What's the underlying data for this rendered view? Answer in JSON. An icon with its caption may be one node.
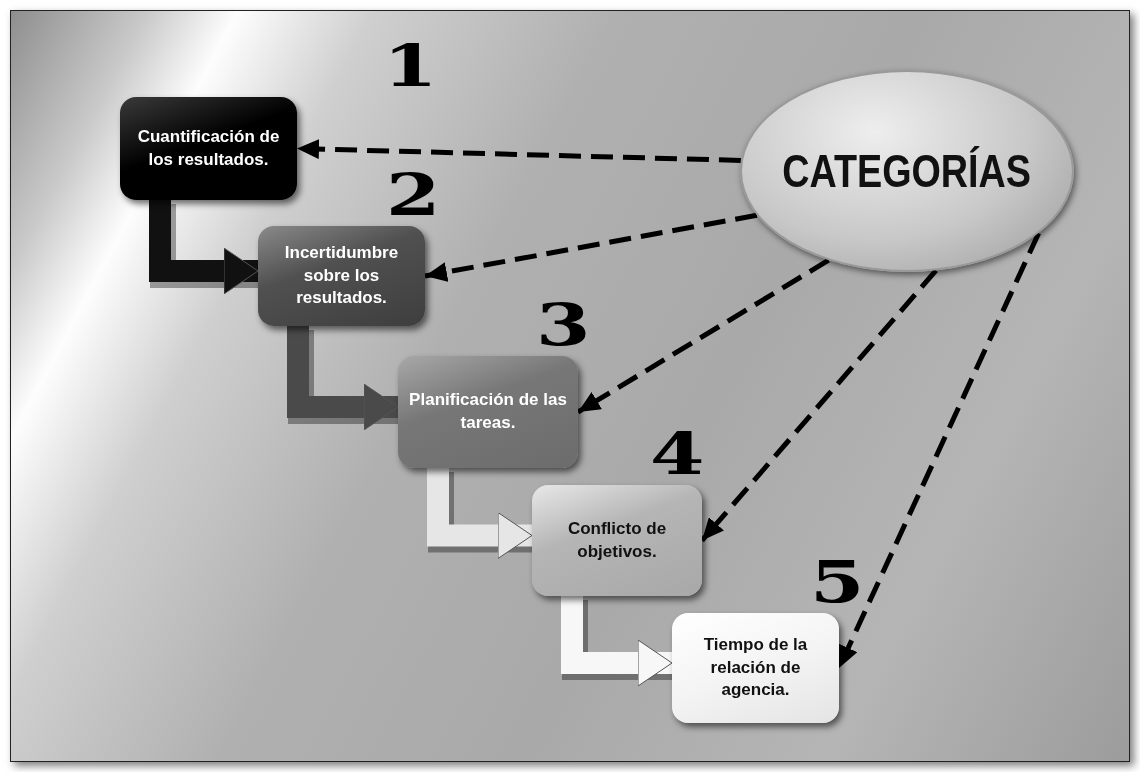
{
  "diagram": {
    "nodes": [
      {
        "text": [
          "Cuantificación de los resultados."
        ],
        "beside": [
          "1"
        ]
      },
      {
        "text": [
          "Incertidumbre sobre los resultados."
        ],
        "beside": [
          "2"
        ]
      },
      {
        "text": [
          "Planificación de las tareas."
        ],
        "beside": [
          "3"
        ]
      },
      {
        "text": [
          "Conflicto de objetivos."
        ],
        "beside": [
          "4"
        ]
      },
      {
        "text": [
          "Tiempo de la relación de agencia."
        ],
        "beside": [
          "5"
        ]
      },
      {
        "text": [
          "CATEGORÍAS"
        ]
      }
    ],
    "edges": [
      {
        "from": 5,
        "to": 0,
        "arrow": "to",
        "style": "dashed"
      },
      {
        "from": 5,
        "to": 1,
        "arrow": "to",
        "style": "dashed"
      },
      {
        "from": 5,
        "to": 2,
        "arrow": "to",
        "style": "dashed"
      },
      {
        "from": 5,
        "to": 3,
        "arrow": "to",
        "style": "dashed"
      },
      {
        "from": 5,
        "to": 4,
        "arrow": "to",
        "style": "dashed"
      },
      {
        "from": 0,
        "to": 1,
        "arrow": "to",
        "style": "thick",
        "color": "#111111"
      },
      {
        "from": 1,
        "to": 2,
        "arrow": "to",
        "style": "thick",
        "color": "#4a4a4a"
      },
      {
        "from": 2,
        "to": 3,
        "arrow": "to",
        "style": "thick",
        "color": "#e6e6e6"
      },
      {
        "from": 3,
        "to": 4,
        "arrow": "to",
        "style": "thick",
        "color": "#f7f7f7"
      }
    ]
  }
}
